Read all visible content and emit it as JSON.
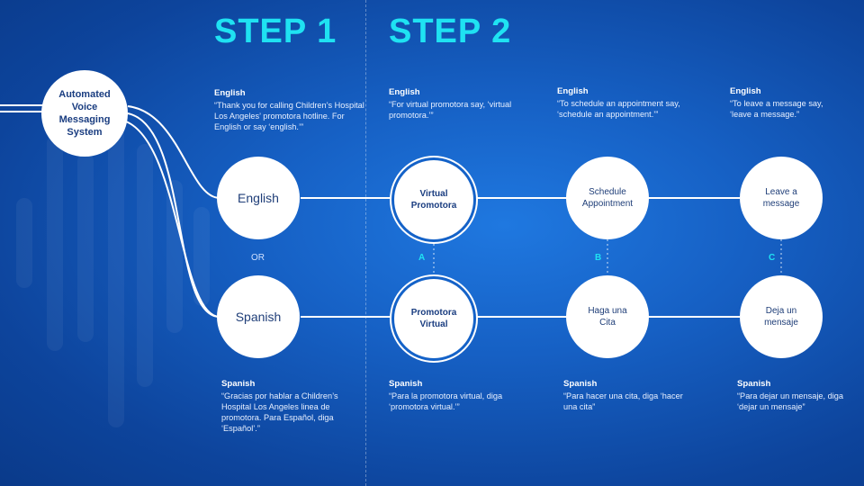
{
  "steps": {
    "step1": "STEP 1",
    "step2": "STEP 2"
  },
  "root": {
    "label": "Automated Voice Messaging System"
  },
  "nodes": {
    "english": "English",
    "spanish": "Spanish",
    "or": "OR",
    "virtual_promotora": "Virtual Promotora",
    "promotora_virtual": "Promotora Virtual",
    "schedule_appointment": "Schedule Appointment",
    "haga_una_cita": "Haga una Cita",
    "leave_a_message": "Leave a message",
    "deja_un_mensaje": "Deja un mensaje"
  },
  "letters": {
    "a": "A",
    "b": "B",
    "c": "C"
  },
  "descriptions": {
    "step1_en": {
      "heading": "English",
      "text": "“Thank you for calling Children’s Hospital Los Angeles’ promotora hotline. For English or say ‘english.’”"
    },
    "step1_es": {
      "heading": "Spanish",
      "text": "“Gracias por hablar a Children’s Hospital Los Angeles linea de promotora. Para Español, diga ‘Español’.”"
    },
    "a_en": {
      "heading": "English",
      "text": "“For virtual promotora say, ‘virtual promotora.’”"
    },
    "a_es": {
      "heading": "Spanish",
      "text": "“Para la promotora virtual, diga ‘promotora virtual.’”"
    },
    "b_en": {
      "heading": "English",
      "text": "“To schedule an appointment say, ‘schedule an appointment.’”"
    },
    "b_es": {
      "heading": "Spanish",
      "text": "“Para hacer una cita, diga ‘hacer una cita”"
    },
    "c_en": {
      "heading": "English",
      "text": "“To leave a message say, ‘leave a message.”"
    },
    "c_es": {
      "heading": "Spanish",
      "text": "“Para dejar un mensaje, diga ‘dejar un mensaje”"
    }
  },
  "colors": {
    "accent": "#1fe2f2",
    "background": "#1660c4",
    "node": "#ffffff",
    "node_text": "#1a3d80"
  }
}
